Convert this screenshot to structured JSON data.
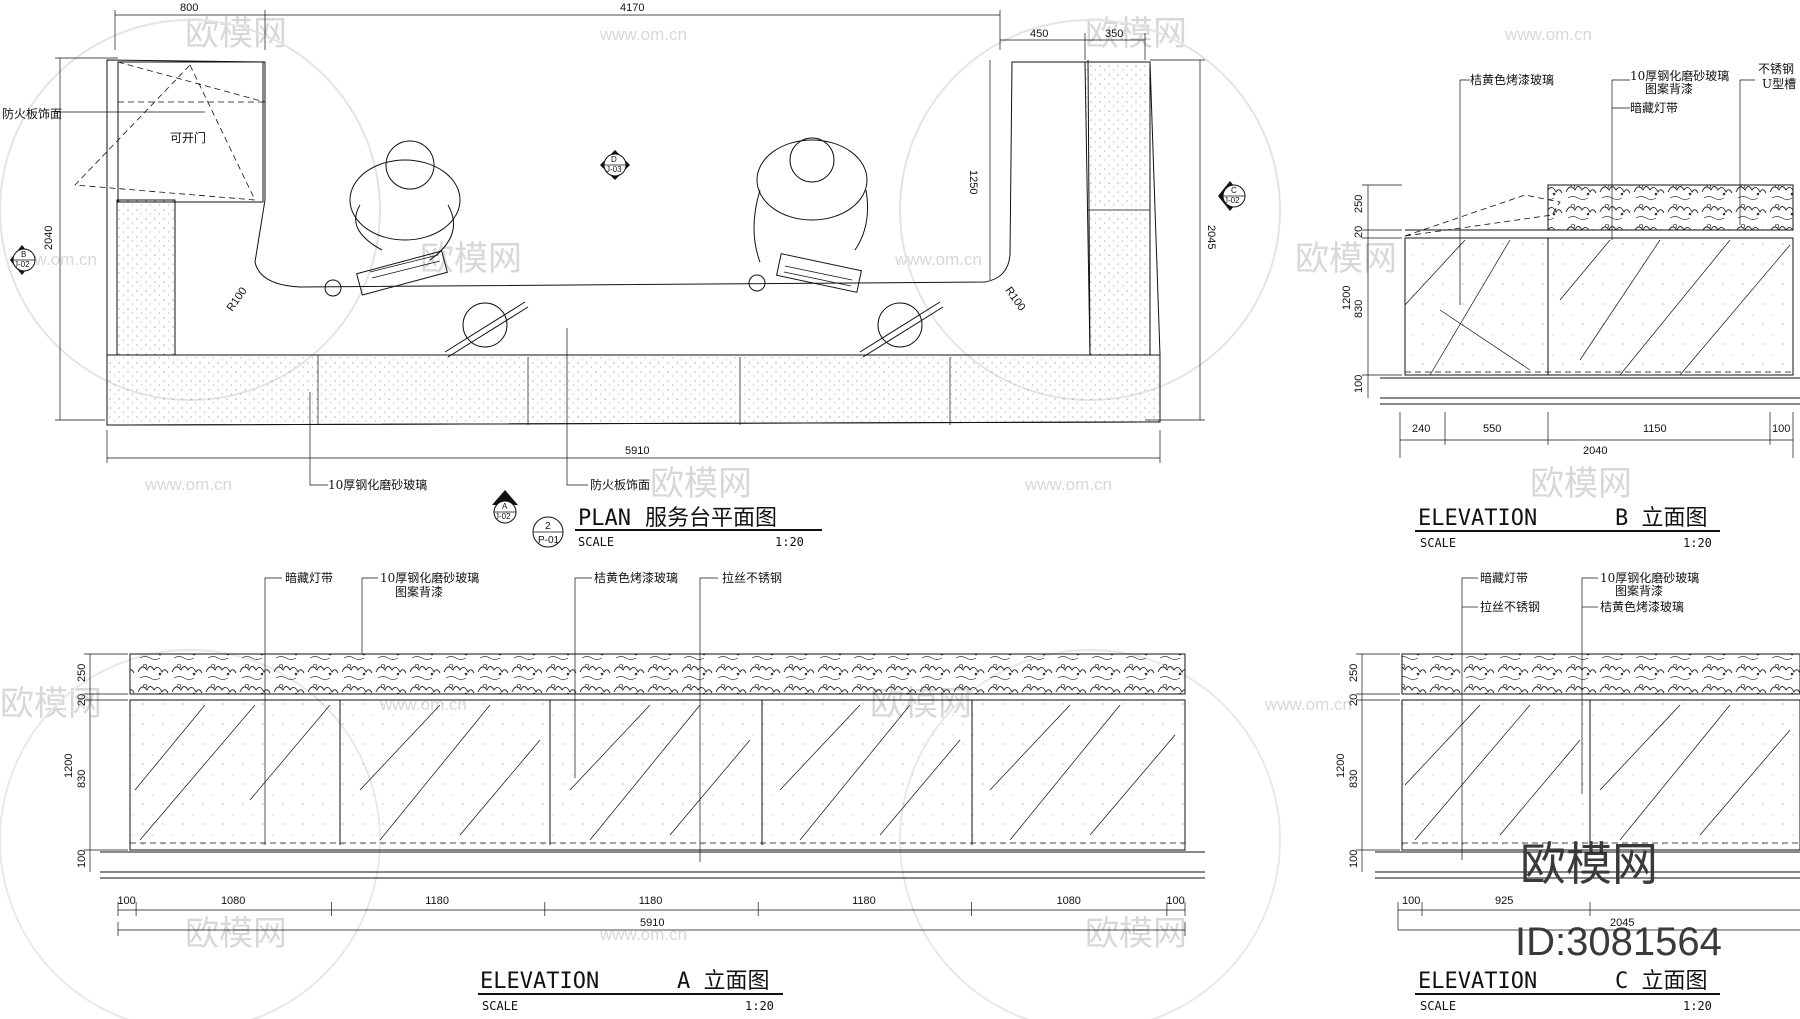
{
  "plan": {
    "title": "PLAN",
    "title_cn": "服务台平面图",
    "scale_label": "SCALE",
    "scale": "1:20",
    "ref_num": "2",
    "ref_sheet": "P-01",
    "dims": {
      "d800": "800",
      "d4170": "4170",
      "d450": "450",
      "d350": "350",
      "d2040": "2040",
      "d2045": "2045",
      "d1250": "1250",
      "dR1": "R100",
      "dR2": "R100",
      "d5910": "5910"
    },
    "notes": {
      "fire_board": "防火板饰面",
      "openable_door": "可开门",
      "frosted_glass": "10厚钢化磨砂玻璃",
      "fire_board_2": "防火板饰面"
    },
    "markers": {
      "D": {
        "letter": "D",
        "sheet": "J-03"
      },
      "C": {
        "letter": "C",
        "sheet": "J-02"
      },
      "B": {
        "letter": "B",
        "sheet": "J-02"
      },
      "A": {
        "letter": "A",
        "sheet": "J-02"
      }
    }
  },
  "elev_b": {
    "title": "ELEVATION",
    "title_cn": "B 立面图",
    "scale_label": "SCALE",
    "scale": "1:20",
    "notes": {
      "orange_glass": "桔黄色烤漆玻璃",
      "frosted_glass": "10厚钢化磨砂玻璃",
      "pattern_paint": "图案背漆",
      "hidden_light": "暗藏灯带",
      "steel_1": "不锈钢",
      "steel_2": "U型槽"
    },
    "dims_v": {
      "d250": "250",
      "d20": "20",
      "d1200": "1200",
      "d830": "830",
      "d100": "100"
    },
    "dims_h": {
      "d240": "240",
      "d550": "550",
      "d1150": "1150",
      "d100": "100",
      "d2040": "2040"
    }
  },
  "elev_a": {
    "title": "ELEVATION",
    "title_cn": "A 立面图",
    "scale_label": "SCALE",
    "scale": "1:20",
    "notes": {
      "hidden_light": "暗藏灯带",
      "frosted_glass": "10厚钢化磨砂玻璃",
      "pattern_paint": "图案背漆",
      "orange_glass": "桔黄色烤漆玻璃",
      "brushed_steel": "拉丝不锈钢"
    },
    "dims_v": {
      "d250": "250",
      "d20": "20",
      "d1200": "1200",
      "d830": "830",
      "d100": "100"
    },
    "dims_h": [
      "100",
      "1080",
      "1180",
      "1180",
      "1180",
      "1080",
      "100"
    ],
    "total": "5910"
  },
  "elev_c": {
    "title": "ELEVATION",
    "title_cn": "C 立面图",
    "scale_label": "SCALE",
    "scale": "1:20",
    "notes": {
      "hidden_light": "暗藏灯带",
      "brushed_steel": "拉丝不锈钢",
      "frosted_glass": "10厚钢化磨砂玻璃",
      "pattern_paint": "图案背漆",
      "orange_glass": "桔黄色烤漆玻璃"
    },
    "dims_v": {
      "d250": "250",
      "d20": "20",
      "d1200": "1200",
      "d830": "830",
      "d100": "100"
    },
    "dims_h": {
      "d100": "100",
      "d925": "925"
    },
    "total": "2045"
  },
  "watermark": {
    "brand": "欧模网",
    "url": "www.om.cn"
  },
  "stamp": {
    "brand": "欧模网",
    "id": "ID:3081564"
  }
}
